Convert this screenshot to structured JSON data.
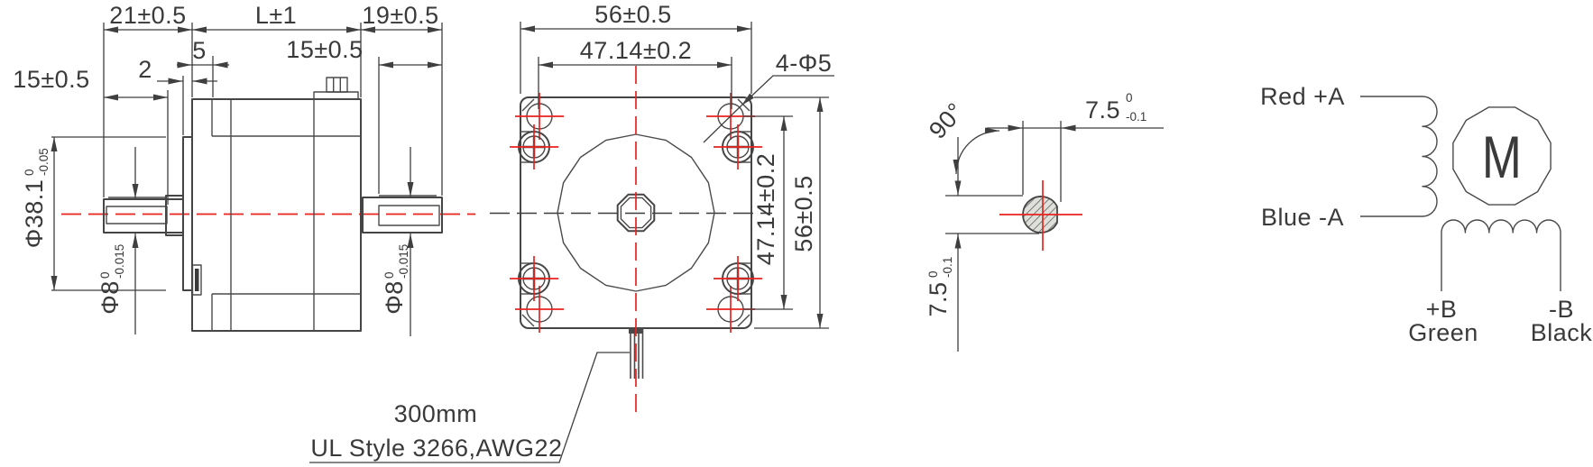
{
  "colors": {
    "line": "#454545",
    "body_fill": "#e5e6e1",
    "shaft_highlight": "#2ba6de",
    "centerline_red": "#e8231f",
    "hatch_fill": "#dfe0db"
  },
  "side_view": {
    "dim_rear_shaft_length": "21±0.5",
    "dim_body_length": "L±1",
    "dim_front_shaft_length": "19±0.5",
    "dim_rear_flat_length": "15±0.5",
    "dim_front_flat_length": "15±0.5",
    "dim_boss_height": "2",
    "dim_pilot_depth": "5",
    "dim_boss_diameter": {
      "value": "Φ38.1",
      "tol_upper": "0",
      "tol_lower": "-0.05"
    },
    "dim_shaft_diameter": {
      "value": "Φ8",
      "tol_upper": "0",
      "tol_lower": "-0.015"
    }
  },
  "front_view": {
    "dim_width": "56±0.5",
    "dim_hole_spacing_x": "47.14±0.2",
    "dim_mounting_holes": "4-Φ5",
    "dim_hole_spacing_y": "47.14±0.2",
    "dim_height": "56±0.5",
    "cable_length": "300mm",
    "cable_spec": "UL Style 3266,AWG22"
  },
  "shaft_section": {
    "dim_flat_angle": "90°",
    "dim_flat": {
      "value": "7.5",
      "tol_upper": "0",
      "tol_lower": "-0.1"
    }
  },
  "wiring": {
    "lead_a_positive": "Red +A",
    "lead_a_negative": "Blue -A",
    "motor_symbol": "M",
    "lead_b_positive": "+B",
    "lead_b_positive_color": "Green",
    "lead_b_negative": "-B",
    "lead_b_negative_color": "Black"
  }
}
